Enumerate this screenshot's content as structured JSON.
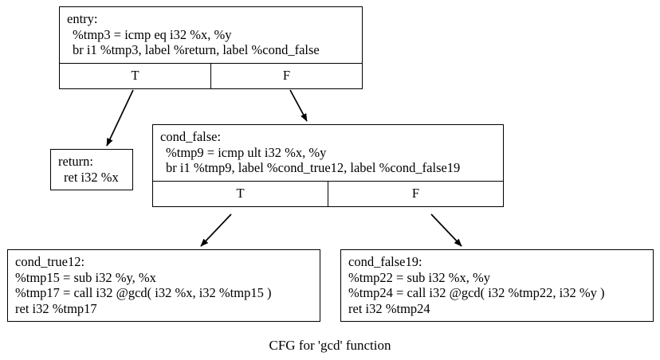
{
  "caption": "CFG for 'gcd' function",
  "graph": {
    "type": "control-flow-graph",
    "background_color": "#ffffff",
    "node_border_color": "#000000",
    "text_color": "#000000",
    "nodes": [
      {
        "id": "entry",
        "label": "entry:",
        "lines": [
          "entry:",
          "%tmp3 = icmp eq i32 %x, %y",
          "br i1 %tmp3, label %return, label %cond_false"
        ],
        "ports": [
          "T",
          "F"
        ]
      },
      {
        "id": "return",
        "label": "return:",
        "lines": [
          "return:",
          "ret i32 %x"
        ],
        "ports": []
      },
      {
        "id": "cond_false",
        "label": "cond_false:",
        "lines": [
          "cond_false:",
          "%tmp9 = icmp ult i32 %x, %y",
          "br i1 %tmp9, label %cond_true12, label %cond_false19"
        ],
        "ports": [
          "T",
          "F"
        ]
      },
      {
        "id": "cond_true12",
        "label": "cond_true12:",
        "lines": [
          "cond_true12:",
          "%tmp15 = sub i32 %y, %x",
          "%tmp17 = call i32 @gcd( i32 %x, i32 %tmp15 )",
          "ret i32 %tmp17"
        ],
        "ports": []
      },
      {
        "id": "cond_false19",
        "label": "cond_false19:",
        "lines": [
          "cond_false19:",
          "%tmp22 = sub i32 %x, %y",
          "%tmp24 = call i32 @gcd( i32 %tmp22, i32 %y )",
          "ret i32 %tmp24"
        ],
        "ports": []
      }
    ],
    "edges": [
      {
        "id": "entry-T-to-return",
        "from": "entry",
        "from_port": "T",
        "to": "return"
      },
      {
        "id": "entry-F-to-cond-false",
        "from": "entry",
        "from_port": "F",
        "to": "cond_false"
      },
      {
        "id": "cond-false-T-to-cond-true12",
        "from": "cond_false",
        "from_port": "T",
        "to": "cond_true12"
      },
      {
        "id": "cond-false-F-to-cond-false19",
        "from": "cond_false",
        "from_port": "F",
        "to": "cond_false19"
      }
    ]
  }
}
